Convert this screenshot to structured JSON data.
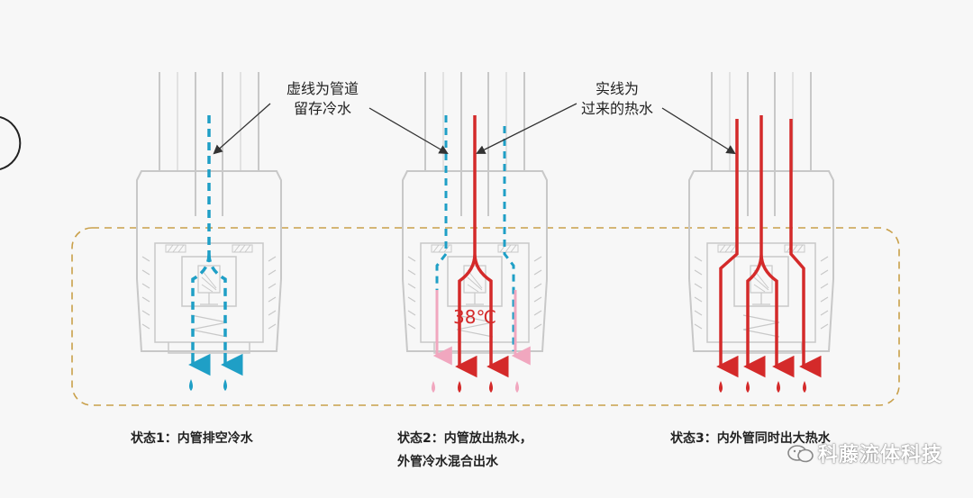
{
  "annotations": {
    "dashed_note": [
      "虚线为管道",
      "留存冷水"
    ],
    "solid_note": [
      "实线为",
      "过来的热水"
    ],
    "temperature": "38℃"
  },
  "states": [
    {
      "caption": [
        "状态1：内管排空冷水"
      ]
    },
    {
      "caption": [
        "状态2：内管放出热水，",
        "外管冷水混合出水"
      ]
    },
    {
      "caption": [
        "状态3：内外管同时出大热水"
      ]
    }
  ],
  "watermark": "科藤流体科技",
  "colors": {
    "cold": "#1f9fc6",
    "hot": "#d42a2a",
    "mixed": "#f1a7bf",
    "outline": "#c8c8c8",
    "frame": "#c9a04a"
  }
}
